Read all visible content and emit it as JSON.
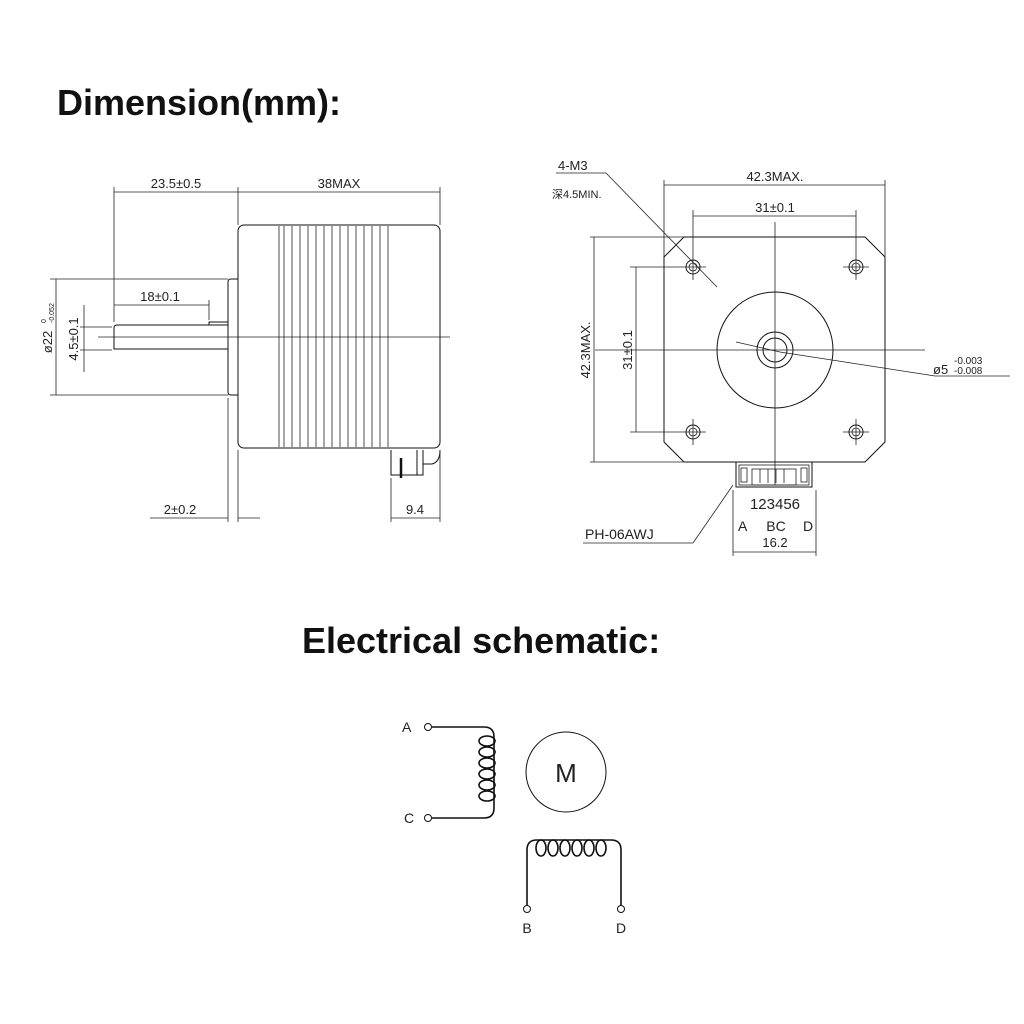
{
  "headings": {
    "dimension": "Dimension(mm):",
    "schematic": "Electrical schematic:"
  },
  "side_view": {
    "shaft_length": "23.5±0.5",
    "body_length": "38MAX",
    "flat_length": "18±0.1",
    "boss_diameter_main": "ø22",
    "boss_diameter_tol_upper": "0",
    "boss_diameter_tol_lower": "-0.052",
    "flat_depth": "4.5±0.1",
    "boss_height": "2±0.2",
    "connector_offset": "9.4"
  },
  "front_view": {
    "mount_thread": "4-M3",
    "thread_depth": "深4.5MIN.",
    "width": "42.3MAX.",
    "hole_spacing_h": "31±0.1",
    "height": "42.3MAX.",
    "hole_spacing_v": "31±0.1",
    "shaft_diameter": "ø5",
    "shaft_tol_upper": "-0.003",
    "shaft_tol_lower": "-0.008",
    "connector_model": "PH-06AWJ",
    "pin_numbers": "123456",
    "pin_a": "A",
    "pin_bc": "BC",
    "pin_d": "D",
    "connector_width": "16.2"
  },
  "schematic": {
    "motor_label": "M",
    "terminals": [
      "A",
      "C",
      "B",
      "D"
    ]
  }
}
